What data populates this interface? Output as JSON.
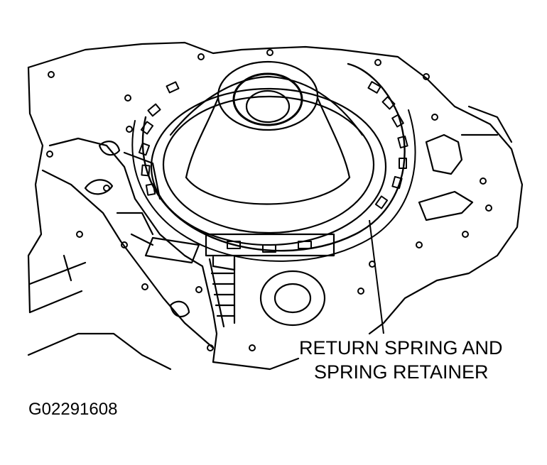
{
  "diagram": {
    "callout": {
      "line1": "RETURN SPRING AND",
      "line2": "SPRING RETAINER"
    },
    "figure_id": "G02291608",
    "colors": {
      "ink": "#000000",
      "paper": "#ffffff"
    }
  }
}
